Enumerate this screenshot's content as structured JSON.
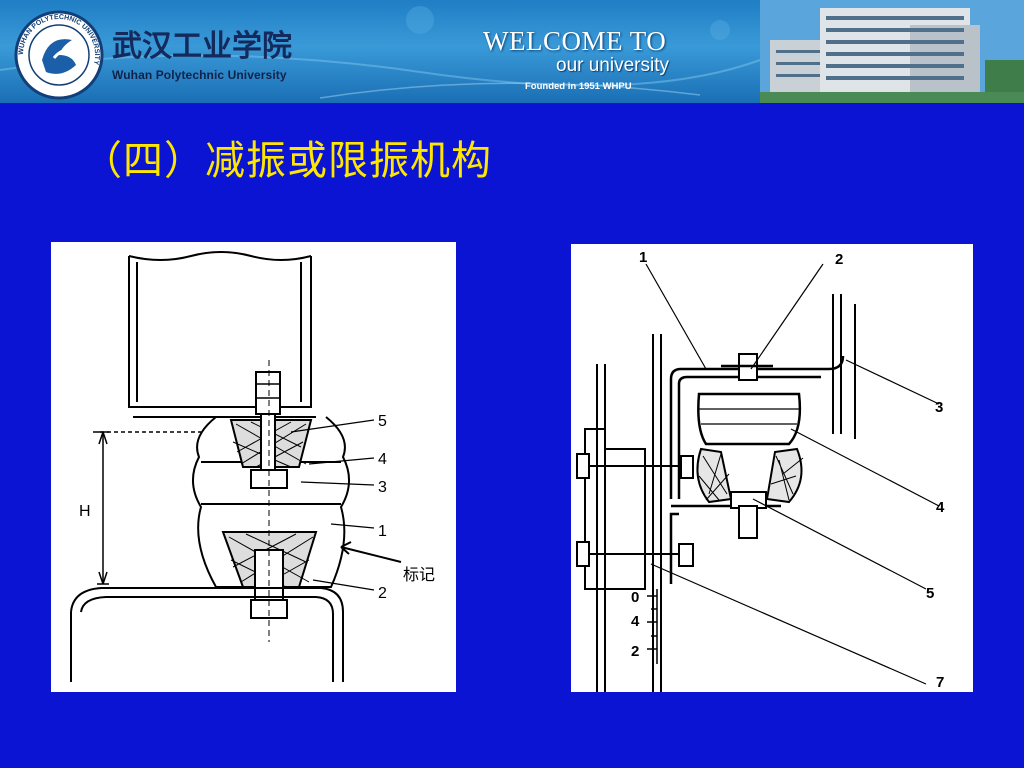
{
  "header": {
    "school_name_cn": "武汉工业学院",
    "school_name_en": "Wuhan Polytechnic University",
    "seal_ring_text": "WUHAN POLYTECHNIC UNIVERSITY",
    "welcome_line1": "WELCOME TO",
    "welcome_line2": "our university",
    "founded": "Founded in 1951 WHPU"
  },
  "slide": {
    "title": "（四）减振或限振机构"
  },
  "figure_left": {
    "height_label": "H",
    "callouts": [
      "5",
      "4",
      "3",
      "1",
      "2"
    ],
    "mark_label": "标记"
  },
  "figure_right": {
    "callouts": [
      "1",
      "2",
      "3",
      "4",
      "5",
      "7"
    ],
    "scale_ticks": [
      "0",
      "4",
      "2"
    ]
  },
  "colors": {
    "background": "#0b14d2",
    "title": "#ffe600",
    "banner": "#2a8ccf"
  }
}
